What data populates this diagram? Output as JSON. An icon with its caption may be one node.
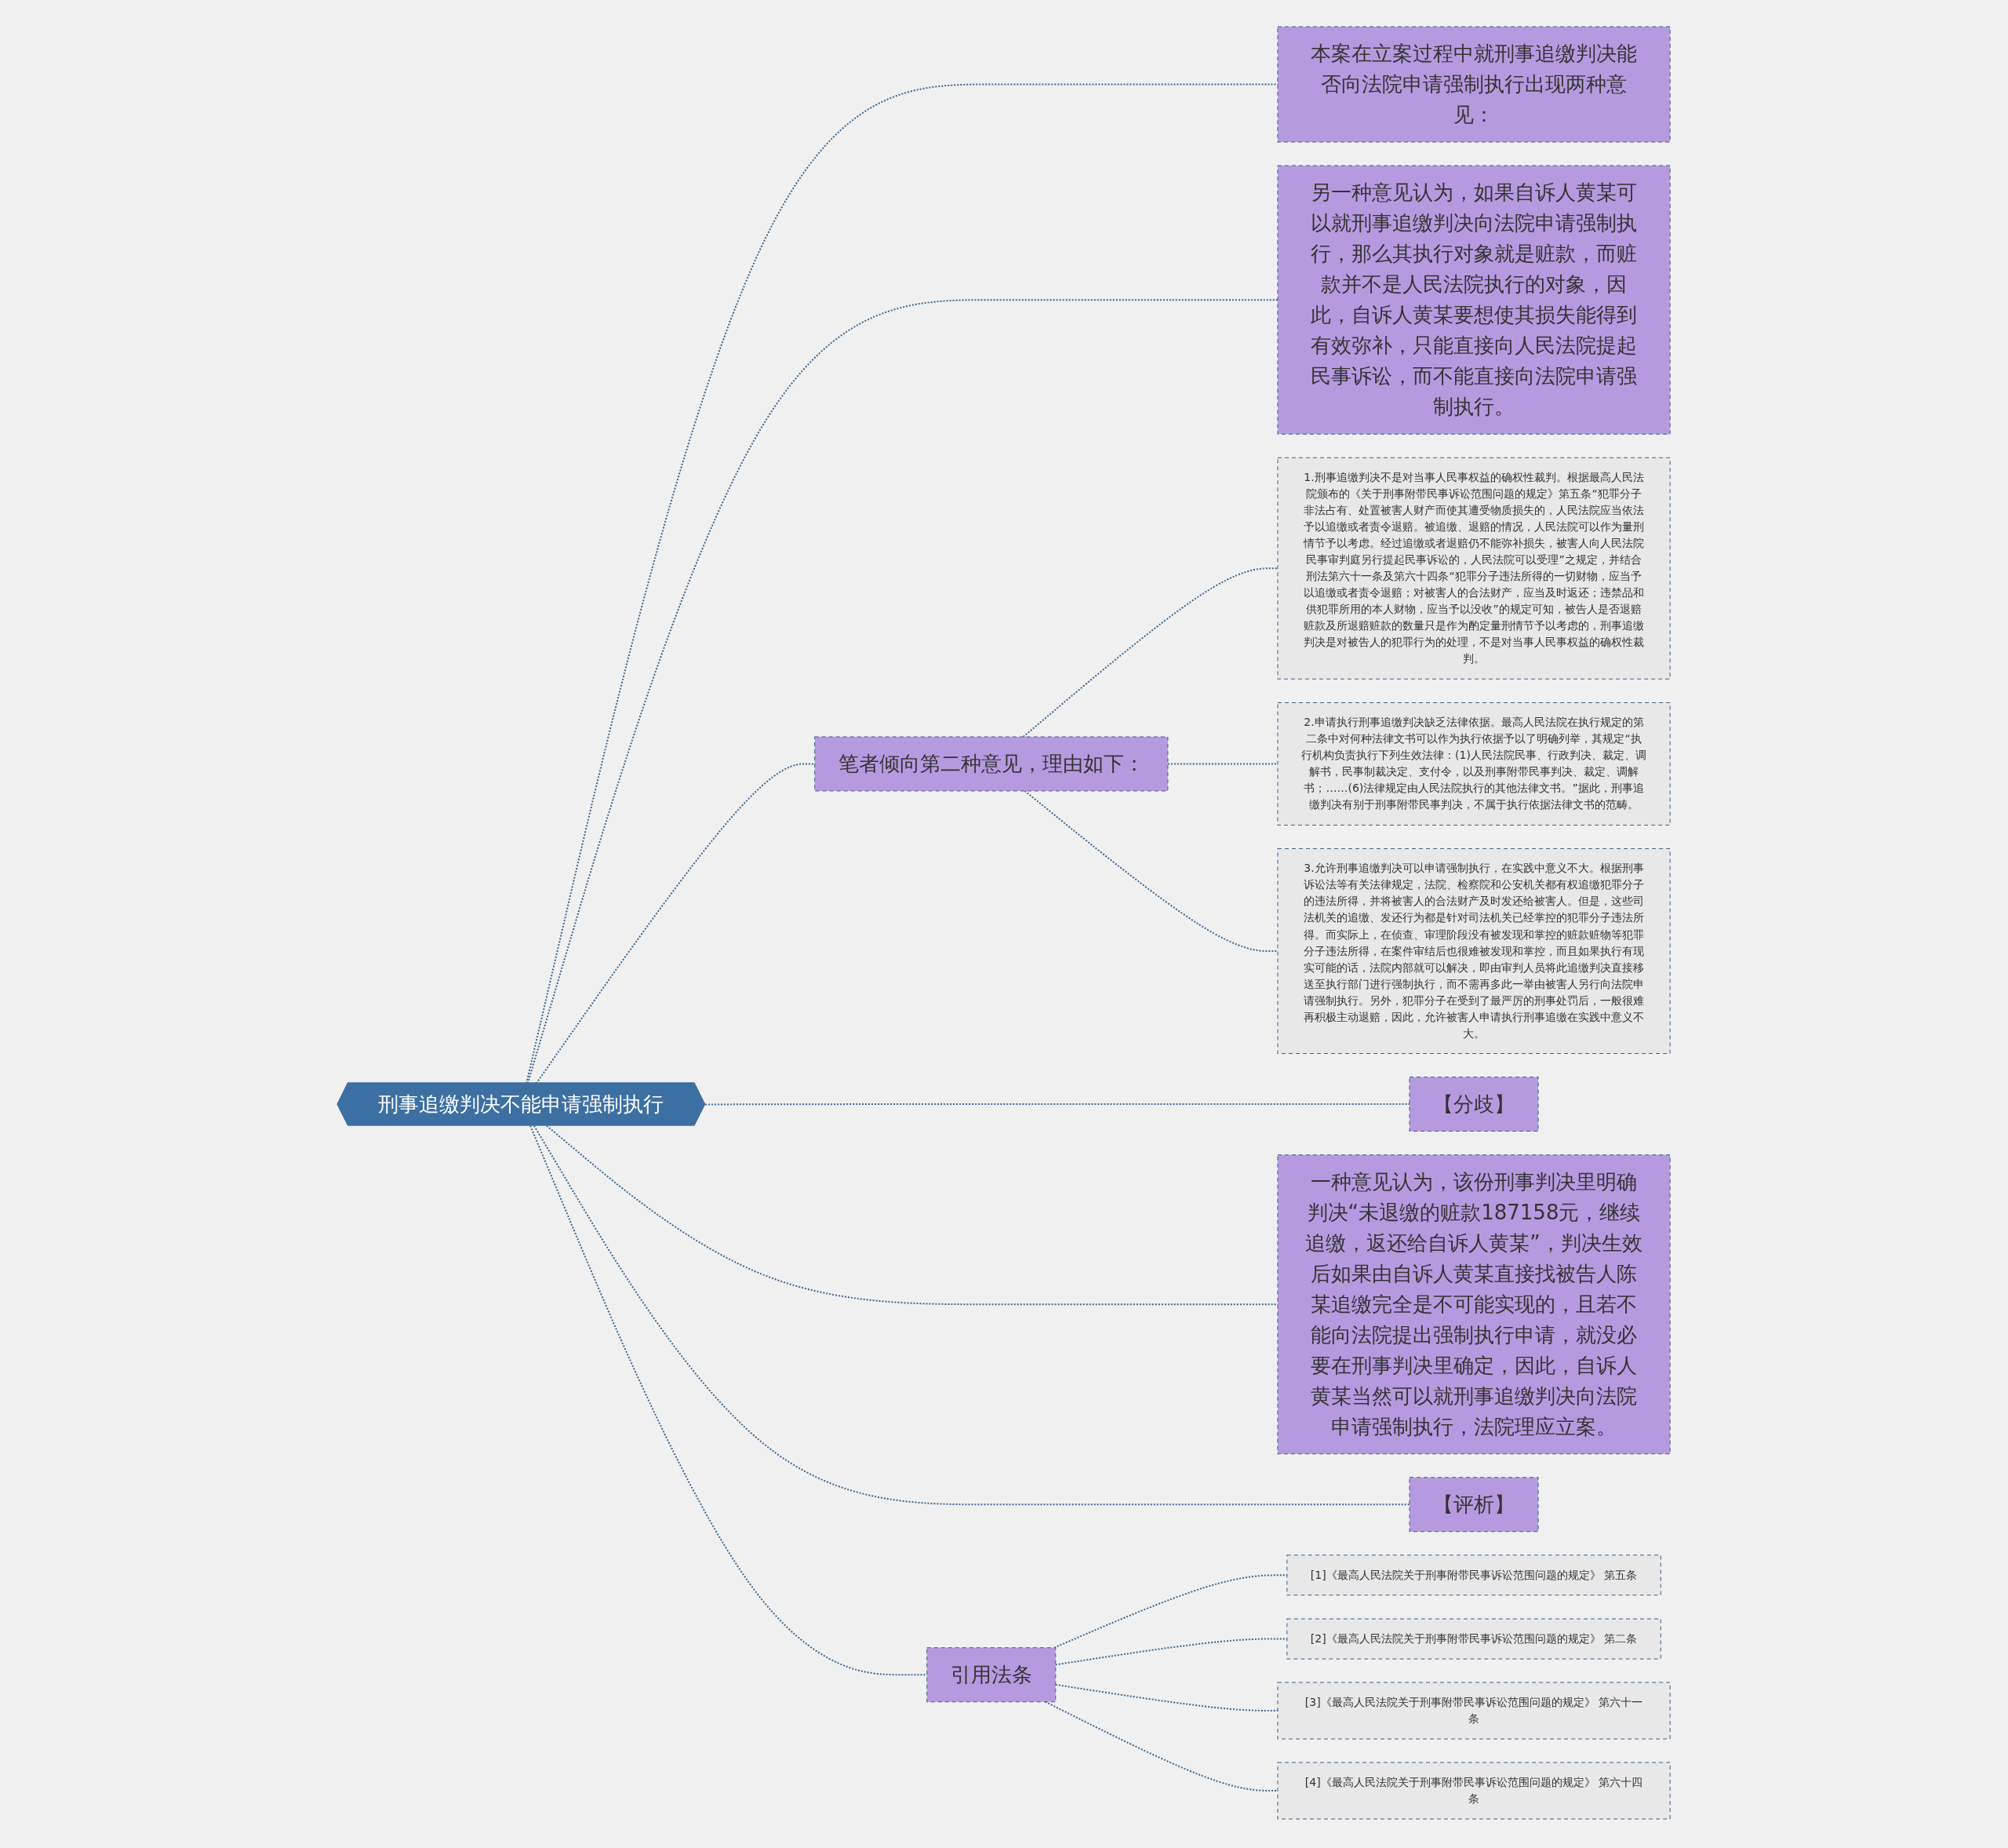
{
  "diagram": {
    "nodes": [
      {
        "text": [
          "刑事追缴判决不能申请强制执行"
        ]
      },
      {
        "text": [
          "本案在立案过程中就刑事追缴判决能否向法院申请强制执行出现两种意见："
        ]
      },
      {
        "text": [
          "另一种意见认为，如果自诉人黄某可以就刑事追缴判决向法院申请强制执行，那么其执行对象就是赃款，而赃款并不是人民法院执行的对象，因此，自诉人黄某要想使其损失能得到有效弥补，只能直接向人民法院提起民事诉讼，而不能直接向法院申请强制执行。"
        ]
      },
      {
        "text": [
          "笔者倾向第二种意见，理由如下："
        ]
      },
      {
        "text": [
          "1.刑事追缴判决不是对当事人民事权益的确权性裁判。根据最高人民法院颁布的《关于刑事附带民事诉讼范围问题的规定》第五条“犯罪分子非法占有、处置被害人财产而使其遭受物质损失的，人民法院应当依法予以追缴或者责令退赔。被追缴、退赔的情况，人民法院可以作为量刑情节予以考虑。经过追缴或者退赔仍不能弥补损失，被害人向人民法院民事审判庭另行提起民事诉讼的，人民法院可以受理”之规定，并结合刑法第六十一条及第六十四条“犯罪分子违法所得的一切财物，应当予以追缴或者责令退赔；对被害人的合法财产，应当及时返还；违禁品和供犯罪所用的本人财物，应当予以没收”的规定可知，被告人是否退赔赃款及所退赔赃款的数量只是作为酌定量刑情节予以考虑的，刑事追缴判决是对被告人的犯罪行为的处理，不是对当事人民事权益的确权性裁判。"
        ]
      },
      {
        "text": [
          "2.申请执行刑事追缴判决缺乏法律依据。最高人民法院在执行规定的第二条中对何种法律文书可以作为执行依据予以了明确列举，其规定“执行机构负责执行下列生效法律：(1)人民法院民事、行政判决、裁定、调解书，民事制裁决定、支付令，以及刑事附带民事判决、裁定、调解书；……(6)法律规定由人民法院执行的其他法律文书。”据此，刑事追缴判决有别于刑事附带民事判决，不属于执行依据法律文书的范畴。"
        ]
      },
      {
        "text": [
          "3.允许刑事追缴判决可以申请强制执行，在实践中意义不大。根据刑事诉讼法等有关法律规定，法院、检察院和公安机关都有权追缴犯罪分子的违法所得，并将被害人的合法财产及时发还给被害人。但是，这些司法机关的追缴、发还行为都是针对司法机关已经掌控的犯罪分子违法所得。而实际上，在侦查、审理阶段没有被发现和掌控的赃款赃物等犯罪分子违法所得，在案件审结后也很难被发现和掌控，而且如果执行有现实可能的话，法院内部就可以解决，即由审判人员将此追缴判决直接移送至执行部门进行强制执行，而不需再多此一举由被害人另行向法院申请强制执行。另外，犯罪分子在受到了最严厉的刑事处罚后，一般很难再积极主动退赔，因此，允许被害人申请执行刑事追缴在实践中意义不大。"
        ]
      },
      {
        "text": [
          "【分歧】"
        ]
      },
      {
        "text": [
          "一种意见认为，该份刑事判决里明确判决“未退缴的赃款187158元，继续追缴，返还给自诉人黄某”，判决生效后如果由自诉人黄某直接找被告人陈某追缴完全是不可能实现的，且若不能向法院提出强制执行申请，就没必要在刑事判决里确定，因此，自诉人黄某当然可以就刑事追缴判决向法院申请强制执行，法院理应立案。"
        ]
      },
      {
        "text": [
          "【评析】"
        ]
      },
      {
        "text": [
          "引用法条"
        ]
      },
      {
        "text": [
          "[1]《最高人民法院关于刑事附带民事诉讼范围问题的规定》 第五条"
        ]
      },
      {
        "text": [
          "[2]《最高人民法院关于刑事附带民事诉讼范围问题的规定》 第二条"
        ]
      },
      {
        "text": [
          "[3]《最高人民法院关于刑事附带民事诉讼范围问题的规定》 第六十一条"
        ]
      },
      {
        "text": [
          "[4]《最高人民法院关于刑事附带民事诉讼范围问题的规定》 第六十四条"
        ]
      }
    ],
    "edges": [
      {
        "from": 0,
        "to": 1,
        "arrow": "none",
        "style": "dashed"
      },
      {
        "from": 0,
        "to": 2,
        "arrow": "none",
        "style": "dashed"
      },
      {
        "from": 0,
        "to": 3,
        "arrow": "none",
        "style": "dashed"
      },
      {
        "from": 3,
        "to": 4,
        "arrow": "none",
        "style": "dashed"
      },
      {
        "from": 3,
        "to": 5,
        "arrow": "none",
        "style": "dashed"
      },
      {
        "from": 3,
        "to": 6,
        "arrow": "none",
        "style": "dashed"
      },
      {
        "from": 0,
        "to": 7,
        "arrow": "none",
        "style": "dashed"
      },
      {
        "from": 0,
        "to": 8,
        "arrow": "none",
        "style": "dashed"
      },
      {
        "from": 0,
        "to": 9,
        "arrow": "none",
        "style": "dashed"
      },
      {
        "from": 0,
        "to": 10,
        "arrow": "none",
        "style": "dashed"
      },
      {
        "from": 10,
        "to": 11,
        "arrow": "none",
        "style": "dashed"
      },
      {
        "from": 10,
        "to": 12,
        "arrow": "none",
        "style": "dashed"
      },
      {
        "from": 10,
        "to": 13,
        "arrow": "none",
        "style": "dashed"
      },
      {
        "from": 10,
        "to": 14,
        "arrow": "none",
        "style": "dashed"
      }
    ]
  }
}
